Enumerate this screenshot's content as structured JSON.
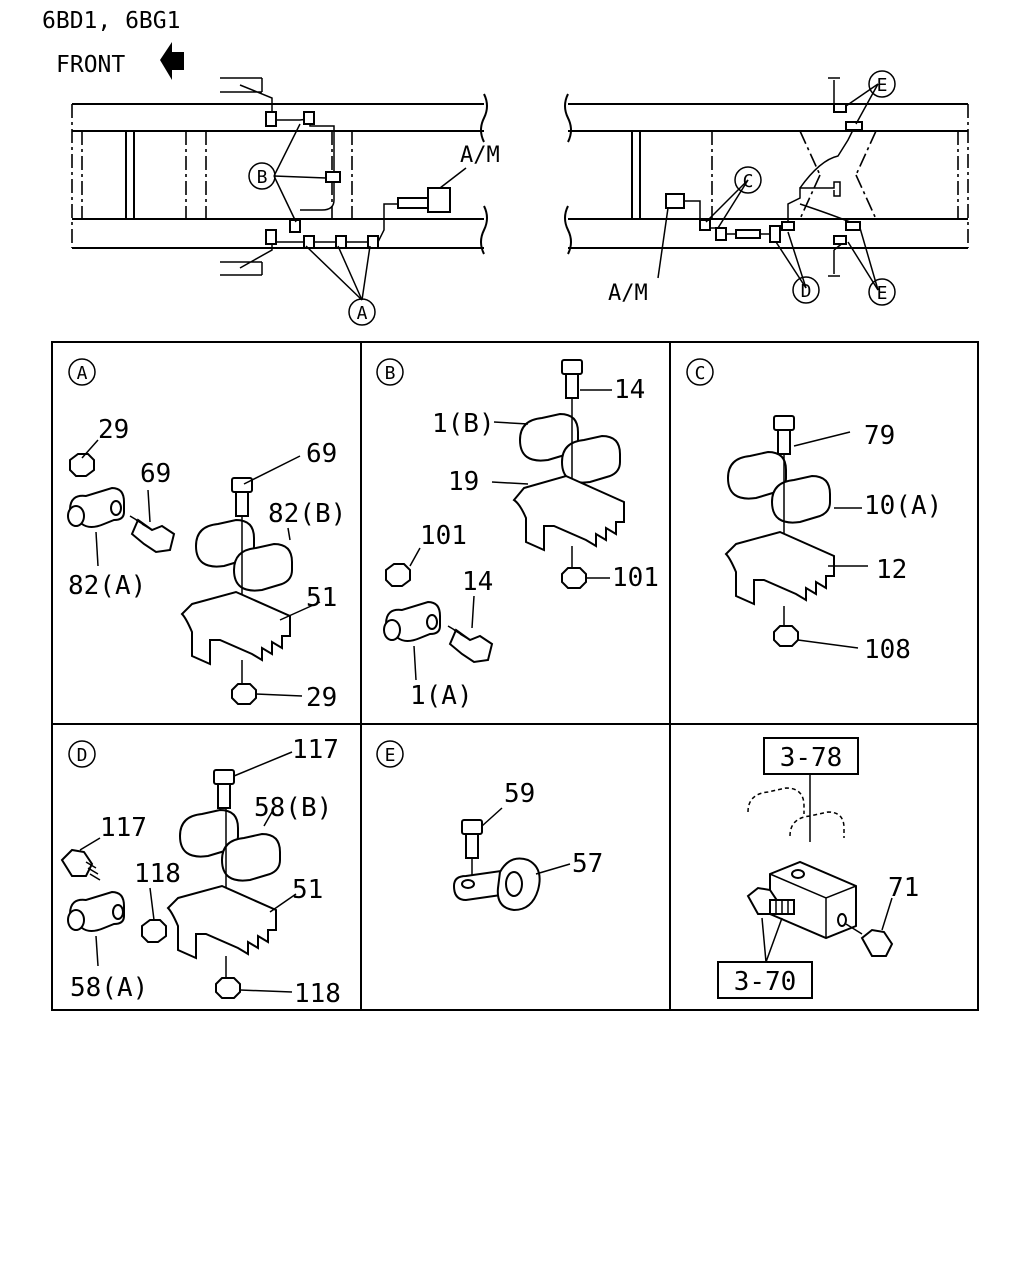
{
  "header": {
    "model": "6BD1, 6BG1",
    "front_label": "FRONT"
  },
  "overview": {
    "am_label_left": "A/M",
    "am_label_right": "A/M",
    "callouts": [
      "A",
      "B",
      "C",
      "D",
      "E",
      "E"
    ]
  },
  "panels": [
    {
      "id": "A",
      "labels": [
        "29",
        "69",
        "82(A)",
        "69",
        "82(B)",
        "51",
        "29"
      ]
    },
    {
      "id": "B",
      "labels": [
        "14",
        "1(B)",
        "19",
        "101",
        "14",
        "101",
        "1(A)"
      ]
    },
    {
      "id": "C",
      "labels": [
        "79",
        "10(A)",
        "12",
        "108"
      ]
    },
    {
      "id": "D",
      "labels": [
        "117",
        "58(B)",
        "117",
        "118",
        "51",
        "58(A)",
        "118"
      ]
    },
    {
      "id": "E",
      "labels": [
        "59",
        "57"
      ]
    },
    {
      "id": "",
      "labels": [
        "3-78",
        "71",
        "3-70"
      ]
    }
  ]
}
